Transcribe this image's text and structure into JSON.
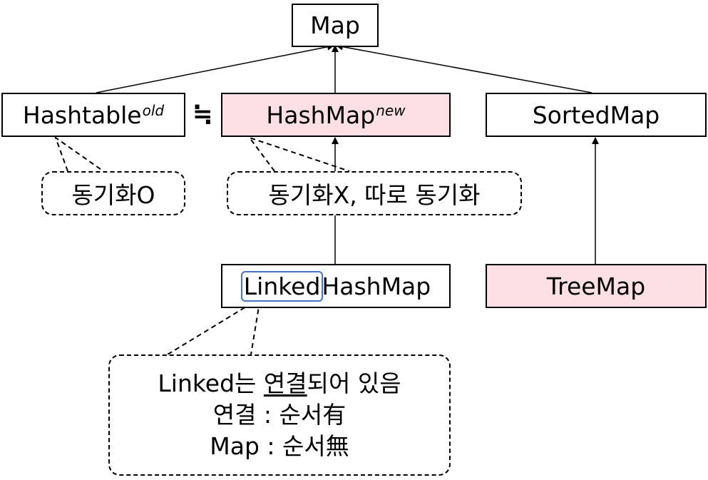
{
  "nodes": {
    "map": "Map",
    "hashtable": "Hashtable",
    "hashtable_tag": "old",
    "hashmap": "HashMap",
    "hashmap_tag": "new",
    "sortedmap": "SortedMap",
    "linkedhashmap_highlight": "Linked",
    "linkedhashmap_rest": "HashMap",
    "treemap": "TreeMap"
  },
  "approx_symbol": "≒",
  "notes": {
    "hashtable_note": "동기화O",
    "hashmap_note": "동기화X, 따로 동기화",
    "linked_note": {
      "line1_prefix": "Linked는 ",
      "line1_underlined": "연결",
      "line1_suffix": "되어 있음",
      "line2": "연결 : 순서有",
      "line3": "Map : 순서無"
    }
  },
  "colors": {
    "highlight_fill": "#fde0e6",
    "linked_outline": "#4472c4"
  }
}
